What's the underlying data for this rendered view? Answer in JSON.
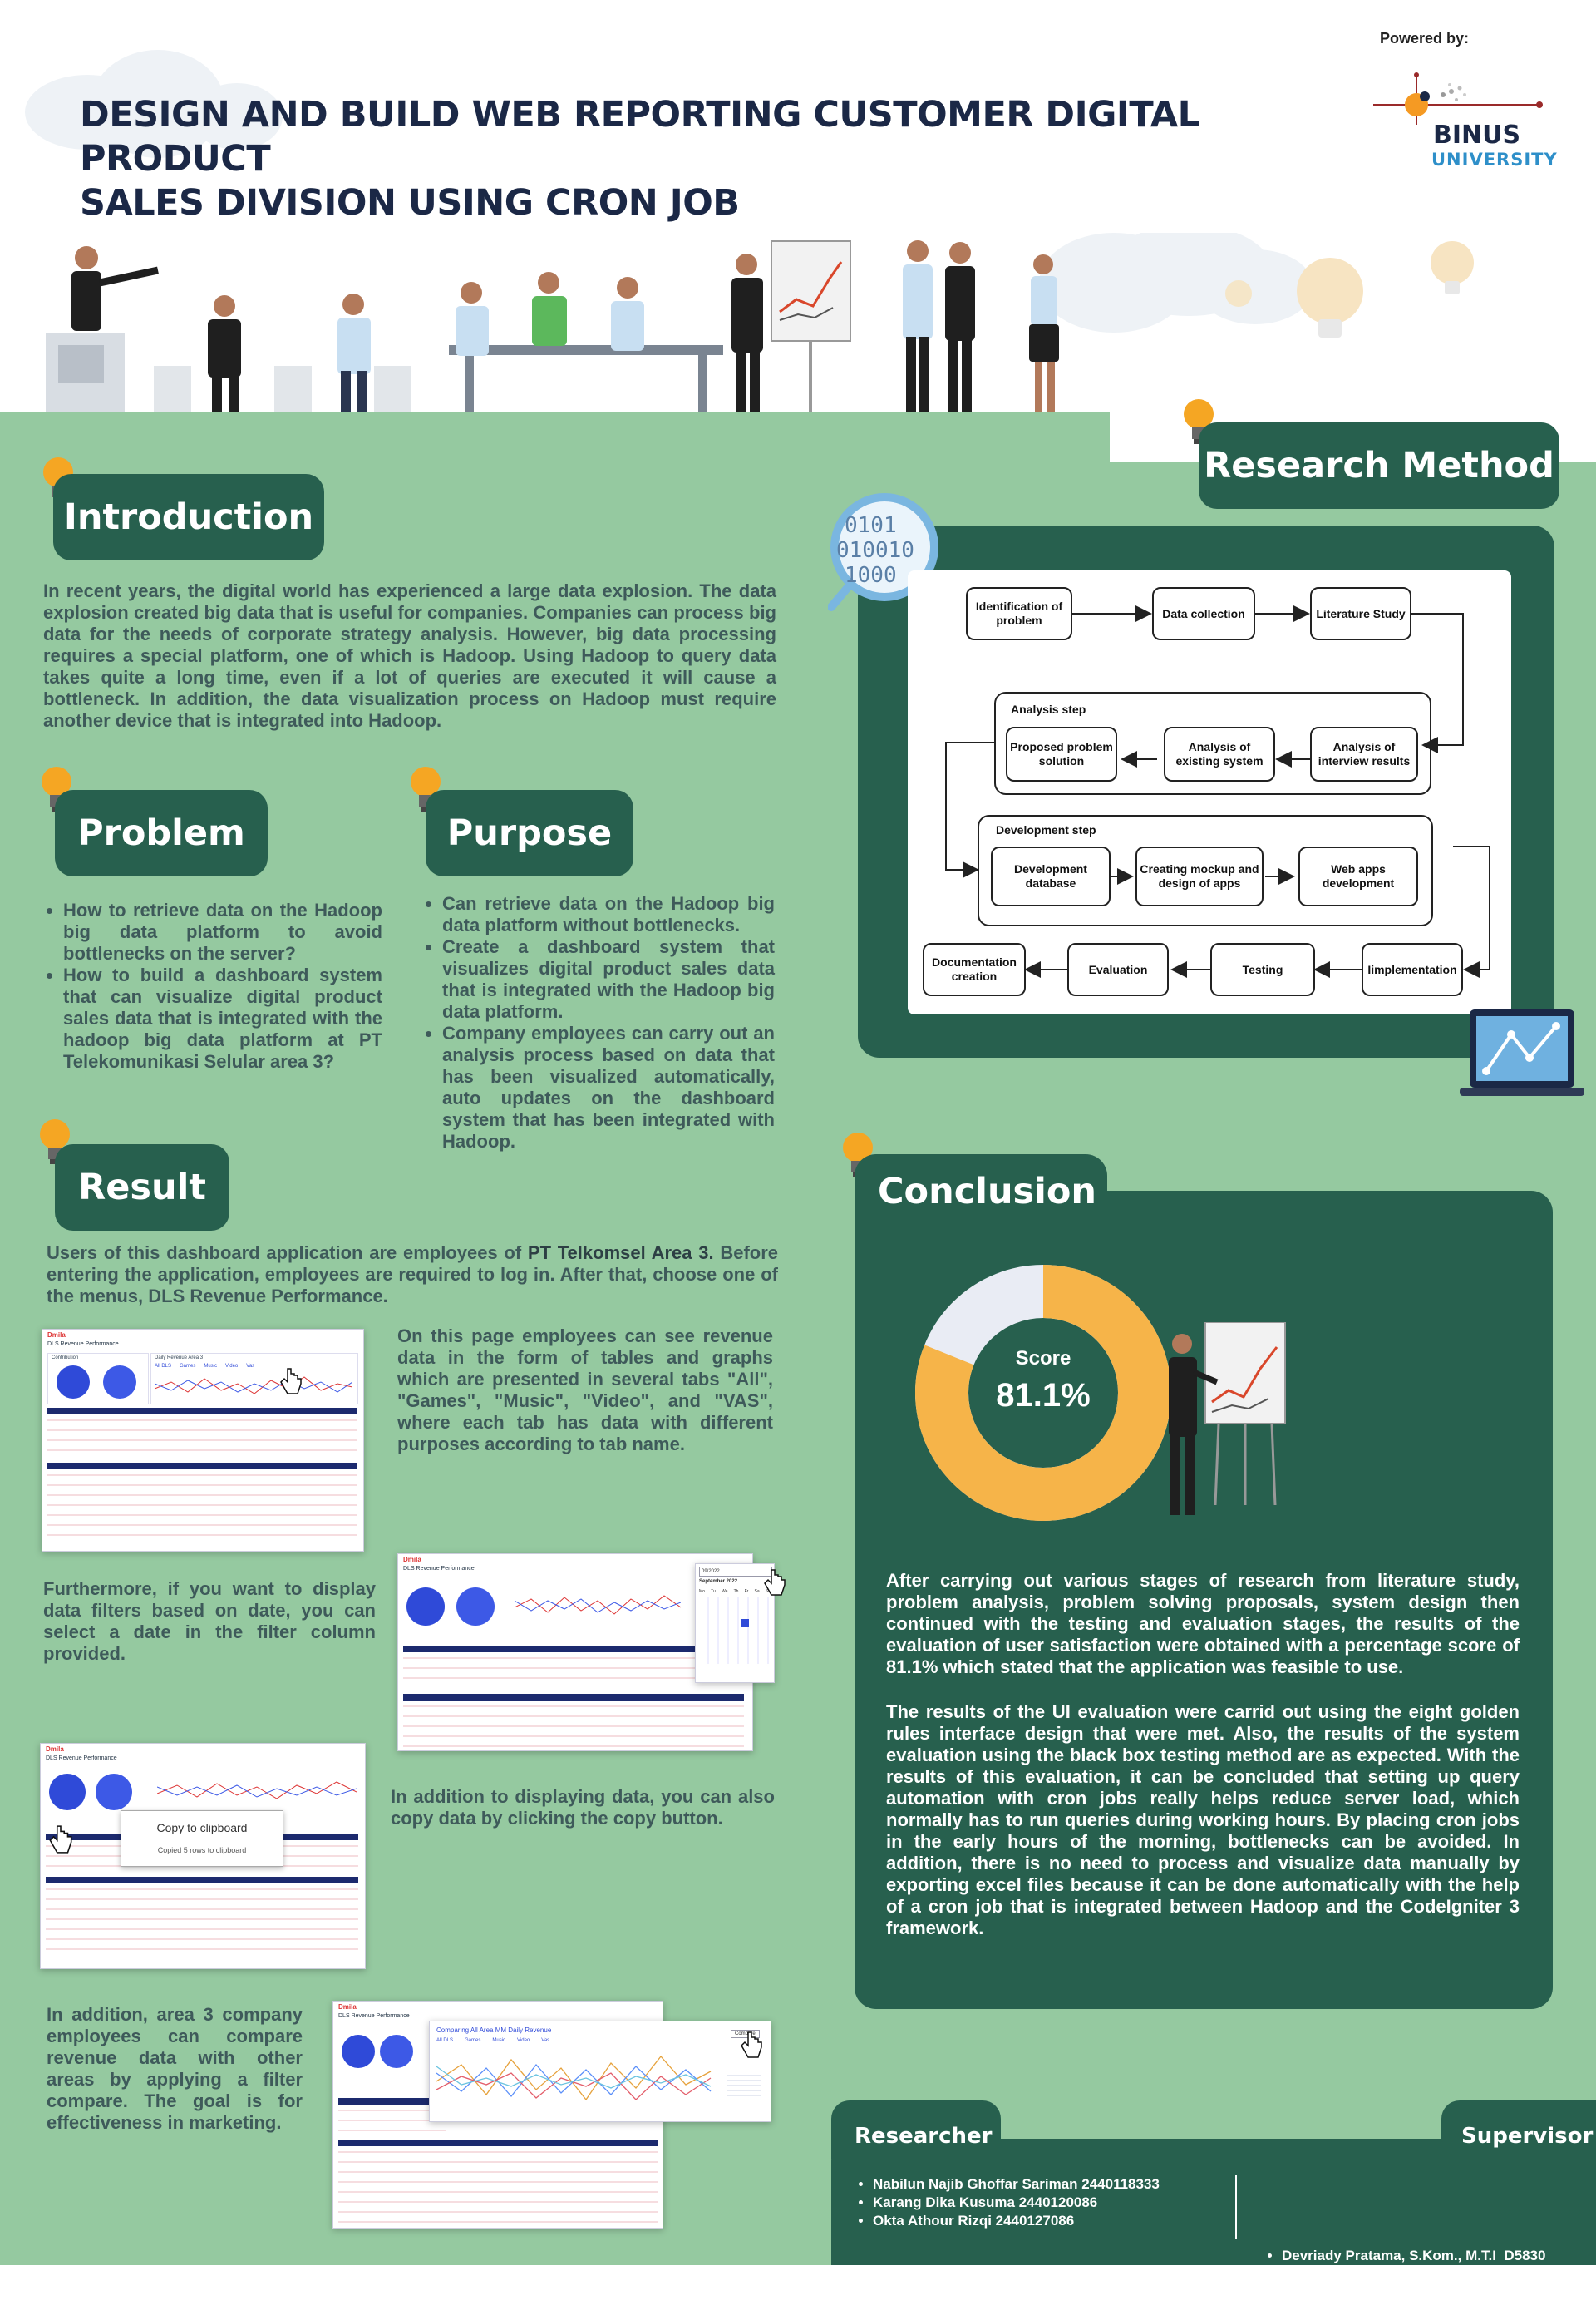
{
  "header": {
    "powered_by": "Powered by:",
    "title_line1": "DESIGN AND BUILD WEB REPORTING CUSTOMER DIGITAL PRODUCT",
    "title_line2": "SALES DIVISION USING CRON JOB",
    "logo_name": "BINUS",
    "logo_sub": "UNIVERSITY"
  },
  "introduction": {
    "heading": "Introduction",
    "text": "In recent years, the digital world has experienced a large data explosion. The data explosion created big data that is useful for companies. Companies can process big data for the needs of corporate strategy analysis. However, big data processing requires a special platform, one of which is Hadoop. Using Hadoop to query data takes quite a long time, even if a lot of queries are executed it will cause a bottleneck. In addition, the data visualization process on Hadoop must require another device that is integrated into Hadoop."
  },
  "problem": {
    "heading": "Problem",
    "items": [
      "How to retrieve data on the Hadoop big data platform to avoid bottlenecks on the server?",
      "How to build a dashboard system that can visualize digital product sales data that is integrated with the hadoop big data platform at PT Telekomunikasi Selular area 3?"
    ]
  },
  "purpose": {
    "heading": "Purpose",
    "items": [
      "Can retrieve data on the Hadoop big data platform without bottlenecks.",
      "Create a dashboard system that visualizes digital product sales data that is integrated with the Hadoop big data platform.",
      "Company employees can carry out an analysis process based on data that has been visualized automatically, auto updates on the dashboard system that has been integrated with Hadoop."
    ]
  },
  "research_method": {
    "heading": "Research Method",
    "binary_icon": "0101\n010010\n1000",
    "steps": {
      "identification": "Identification of problem",
      "data_collection": "Data collection",
      "literature": "Literature Study",
      "analysis_label": "Analysis step",
      "proposed": "Proposed problem solution",
      "existing": "Analysis of existing system",
      "interview": "Analysis of interview results",
      "development_label": "Development step",
      "dev_db": "Development database",
      "mockup": "Creating mockup and design of apps",
      "webapps": "Web apps development",
      "implementation": "Iimplementation",
      "testing": "Testing",
      "evaluation": "Evaluation",
      "documentation": "Documentation creation"
    }
  },
  "result": {
    "heading": "Result",
    "intro_before": "Users of this dashboard application are employees of ",
    "intro_bold": "PT Telkomsel Area 3.",
    "intro_after": " Before entering the application, employees are required to log in. After that, choose one of the menus, DLS Revenue Performance.",
    "text1": "On this page employees can see revenue data in the form of tables and graphs which are presented in several tabs \"All\", \"Games\", \"Music\", \"Video\", and \"VAS\", where each tab has data with different purposes according to tab name.",
    "text2": "Furthermore, if you want to display data filters based on date, you can select a date in the filter column provided.",
    "text3": "In addition to displaying data, you can also copy data by clicking the copy button.",
    "text4": "In addition, area 3 company employees can compare revenue data with other areas by applying a filter compare. The goal is for effectiveness in marketing.",
    "screenshot": {
      "brand": "Dmila",
      "page_title": "DLS Revenue Performance",
      "section_label": "Contribution",
      "chart_title": "Daily Revenue Area 3",
      "tabs": [
        "All DLS",
        "Games",
        "Music",
        "Video",
        "Vas"
      ],
      "copy_title": "Copy to clipboard",
      "copy_sub": "Copied 5 rows to clipboard",
      "compare_title": "Comparing All Area MM Daily Revenue",
      "compare_btn": "Compare",
      "date_value": "09/2022",
      "calendar_month": "September 2022",
      "calendar_days": [
        "Mo",
        "Tu",
        "We",
        "Th",
        "Fr",
        "Sa",
        "Su"
      ]
    }
  },
  "conclusion": {
    "heading": "Conclusion",
    "score_label": "Score",
    "score_value": "81.1%",
    "score_fraction": 0.811,
    "text1": "After carrying out various stages of research from literature study, problem analysis, problem solving proposals, system design then continued with the testing and evaluation stages, the results of the evaluation of user satisfaction were obtained with a percentage score of 81.1% which stated that the application was feasible to use.",
    "text2": "The results of the UI evaluation were carrid out using the eight golden rules interface design that were met. Also, the results of the system evaluation using the black box testing method are as expected. With the results of this evaluation, it can be concluded that setting up query automation with cron jobs really helps reduce server load, which normally has to run queries during working hours. By placing cron jobs in the early hours of the morning, bottlenecks can be avoided. In addition, there is no need to process and visualize data manually by exporting excel files because it can be done automatically with the help of a cron job that is integrated between Hadoop and the CodeIgniter 3 framework."
  },
  "footer": {
    "researcher_heading": "Researcher",
    "researchers": [
      "Nabilun Najib Ghoffar Sariman 2440118333",
      "Karang Dika Kusuma 2440120086",
      "Okta Athour Rizqi 2440127086"
    ],
    "supervisor_heading": "Supervisor",
    "supervisors": [
      "Devriady Pratama, S.Kom., M.T.I  D5830"
    ]
  },
  "colors": {
    "green_bg": "#95c9a0",
    "dark_green": "#27604e",
    "navy_title": "#1b2846",
    "bulb_orange": "#f5a623"
  }
}
